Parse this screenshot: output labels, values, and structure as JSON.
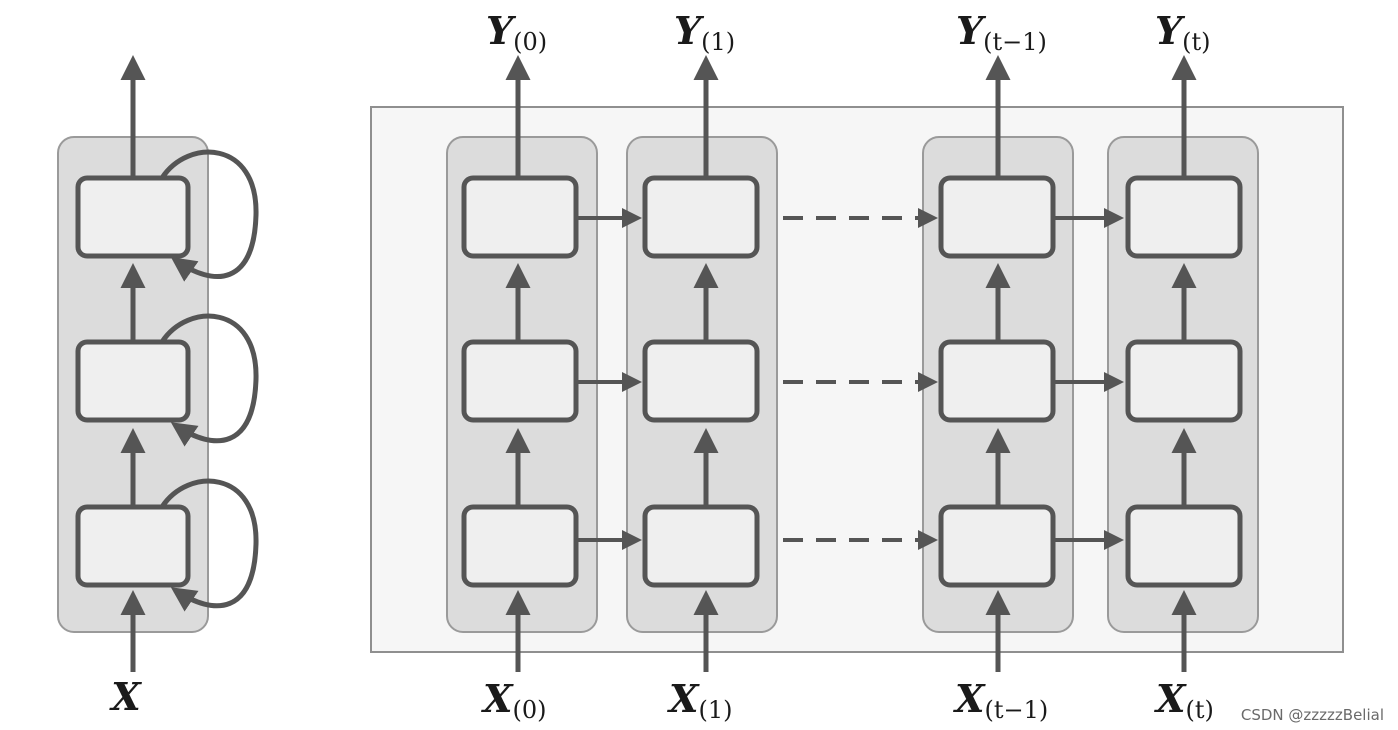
{
  "left_diagram": {
    "input_label": "X"
  },
  "unrolled_diagram": {
    "steps": [
      {
        "output_main": "Y",
        "output_sub": "(0)",
        "input_main": "X",
        "input_sub": "(0)"
      },
      {
        "output_main": "Y",
        "output_sub": "(1)",
        "input_main": "X",
        "input_sub": "(1)"
      },
      {
        "output_main": "Y",
        "output_sub": "(t−1)",
        "input_main": "X",
        "input_sub": "(t−1)"
      },
      {
        "output_main": "Y",
        "output_sub": "(t)",
        "input_main": "X",
        "input_sub": "(t)"
      }
    ]
  },
  "watermark": "CSDN @zzzzzBelial",
  "colors": {
    "stroke": "#555555",
    "cell_fill": "#efefef",
    "column_fill": "#dcdcdc",
    "frame_fill": "#f6f6f6",
    "frame_stroke": "#8f8f8f"
  }
}
